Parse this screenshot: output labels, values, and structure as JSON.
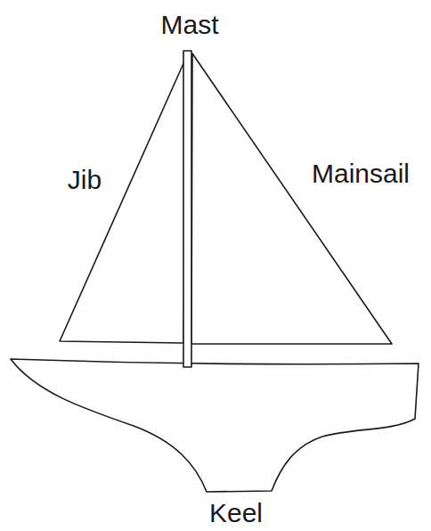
{
  "diagram": {
    "labels": [
      "Mast",
      "Jib",
      "Mainsail",
      "Keel"
    ]
  }
}
